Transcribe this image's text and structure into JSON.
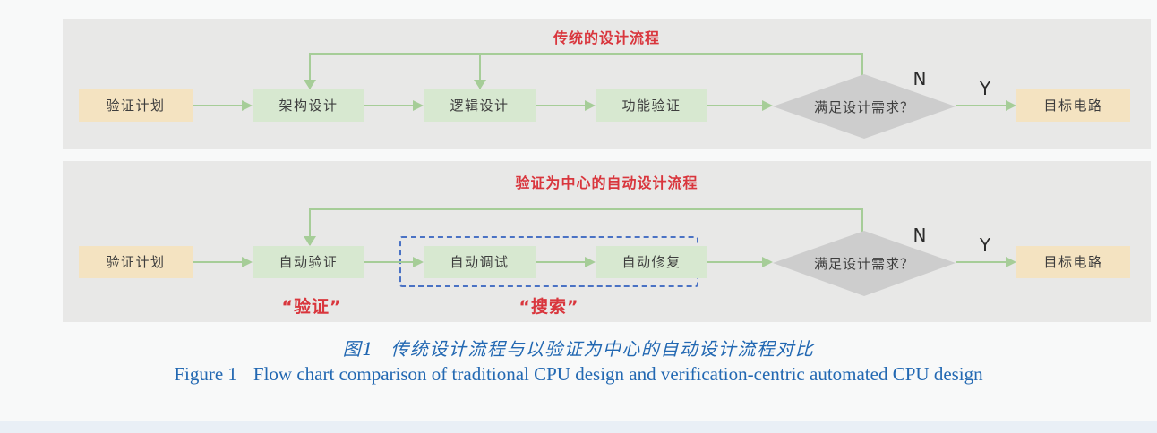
{
  "palette": {
    "panel_bg": "#e8e8e7",
    "yellow_fill": "#f4e3c1",
    "green_fill": "#d7e8d0",
    "diamond_fill": "#cdcdcd",
    "arrow_green": "#a6cd98",
    "accent_red": "#d9363d",
    "caption_blue": "#2268b2",
    "dashed_blue": "#4a72c4"
  },
  "flow_top": {
    "title": "传统的设计流程",
    "nodes": {
      "start": "验证计划",
      "step1": "架构设计",
      "step2": "逻辑设计",
      "step3": "功能验证",
      "decision": "满足设计需求？",
      "end": "目标电路"
    },
    "decision_no": "N",
    "decision_yes": "Y"
  },
  "flow_bottom": {
    "title": "验证为中心的自动设计流程",
    "nodes": {
      "start": "验证计划",
      "step1": "自动验证",
      "step2": "自动调试",
      "step3": "自动修复",
      "decision": "满足设计需求？",
      "end": "目标电路"
    },
    "decision_no": "N",
    "decision_yes": "Y",
    "label_verify": "“验证”",
    "label_search": "“搜索”"
  },
  "caption": {
    "zh_label": "图1",
    "zh_text": "传统设计流程与以验证为中心的自动设计流程对比",
    "en_label": "Figure 1",
    "en_text": "Flow chart comparison of traditional CPU design and verification-centric automated CPU design"
  }
}
